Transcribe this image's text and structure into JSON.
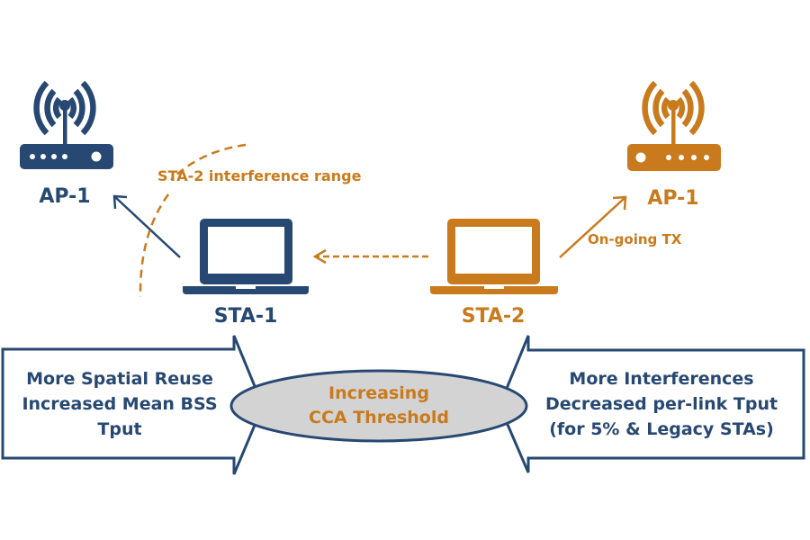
{
  "colors": {
    "navy": "#264872",
    "orange": "#C97A1C",
    "ellipse_fill": "#D3D3D3",
    "background": "#FFFFFF"
  },
  "nodes": {
    "ap_left": {
      "label": "AP-1",
      "icon": "wifi-router-icon"
    },
    "sta1": {
      "label": "STA-1",
      "icon": "laptop-icon"
    },
    "sta2": {
      "label": "STA-2",
      "icon": "laptop-icon"
    },
    "ap_right": {
      "label": "AP-1",
      "icon": "wifi-router-icon"
    }
  },
  "annotations": {
    "interference_range": "STA-2 interference range",
    "ongoing_tx": "On-going TX"
  },
  "center": {
    "line1": "Increasing",
    "line2": "CCA Threshold"
  },
  "left_effect": {
    "line1": "More Spatial Reuse",
    "line2": "Increased Mean BSS",
    "line3": "Tput"
  },
  "right_effect": {
    "line1": "More Interferences",
    "line2": "Decreased per-link Tput",
    "line3": "(for 5% & Legacy STAs)"
  }
}
